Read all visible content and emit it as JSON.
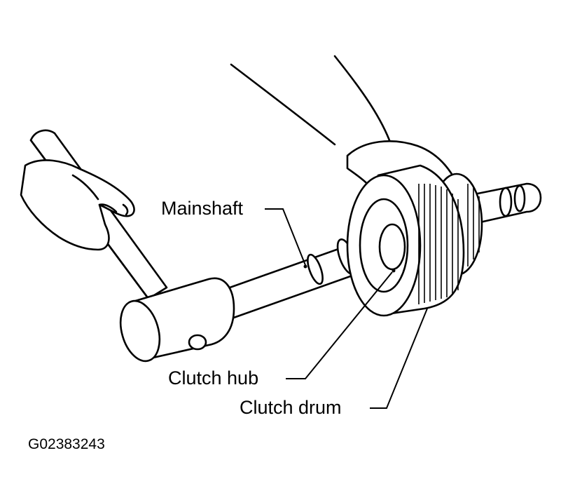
{
  "labels": {
    "mainshaft": "Mainshaft",
    "clutch_hub": "Clutch hub",
    "clutch_drum": "Clutch drum"
  },
  "figure_code": "G02383243"
}
